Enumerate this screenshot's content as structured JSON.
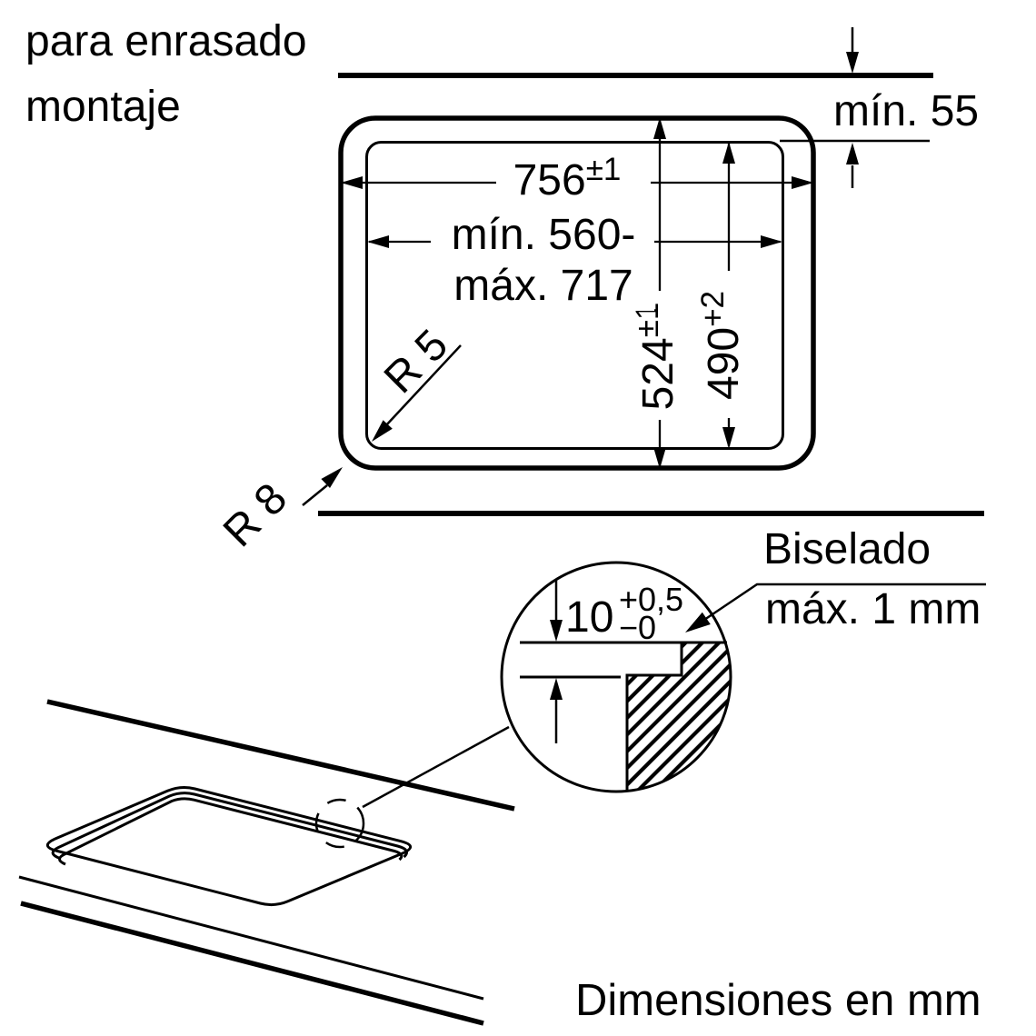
{
  "colors": {
    "ink": "#000000",
    "background": "#ffffff"
  },
  "title": {
    "line1": "para enrasado",
    "line2": "montaje"
  },
  "dimensions": {
    "countertop_clearance": {
      "label": "mín. 55"
    },
    "appliance_width": {
      "value": "756",
      "tolerance": "±1"
    },
    "cutout_width": {
      "line1": "mín. 560-",
      "line2": "máx. 717"
    },
    "appliance_depth": {
      "value": "524",
      "tolerance": "±1"
    },
    "cutout_depth": {
      "value": "490",
      "tolerance": "+2"
    },
    "inner_corner_radius": {
      "label": "R 5"
    },
    "outer_corner_radius": {
      "label": "R 8"
    },
    "recess_depth": {
      "value": "10",
      "tolerance_plus": "+0,5",
      "tolerance_minus": "−0"
    },
    "bevel": {
      "line1": "Biselado",
      "line2": "máx. 1 mm"
    }
  },
  "footer": {
    "note": "Dimensiones en mm"
  }
}
